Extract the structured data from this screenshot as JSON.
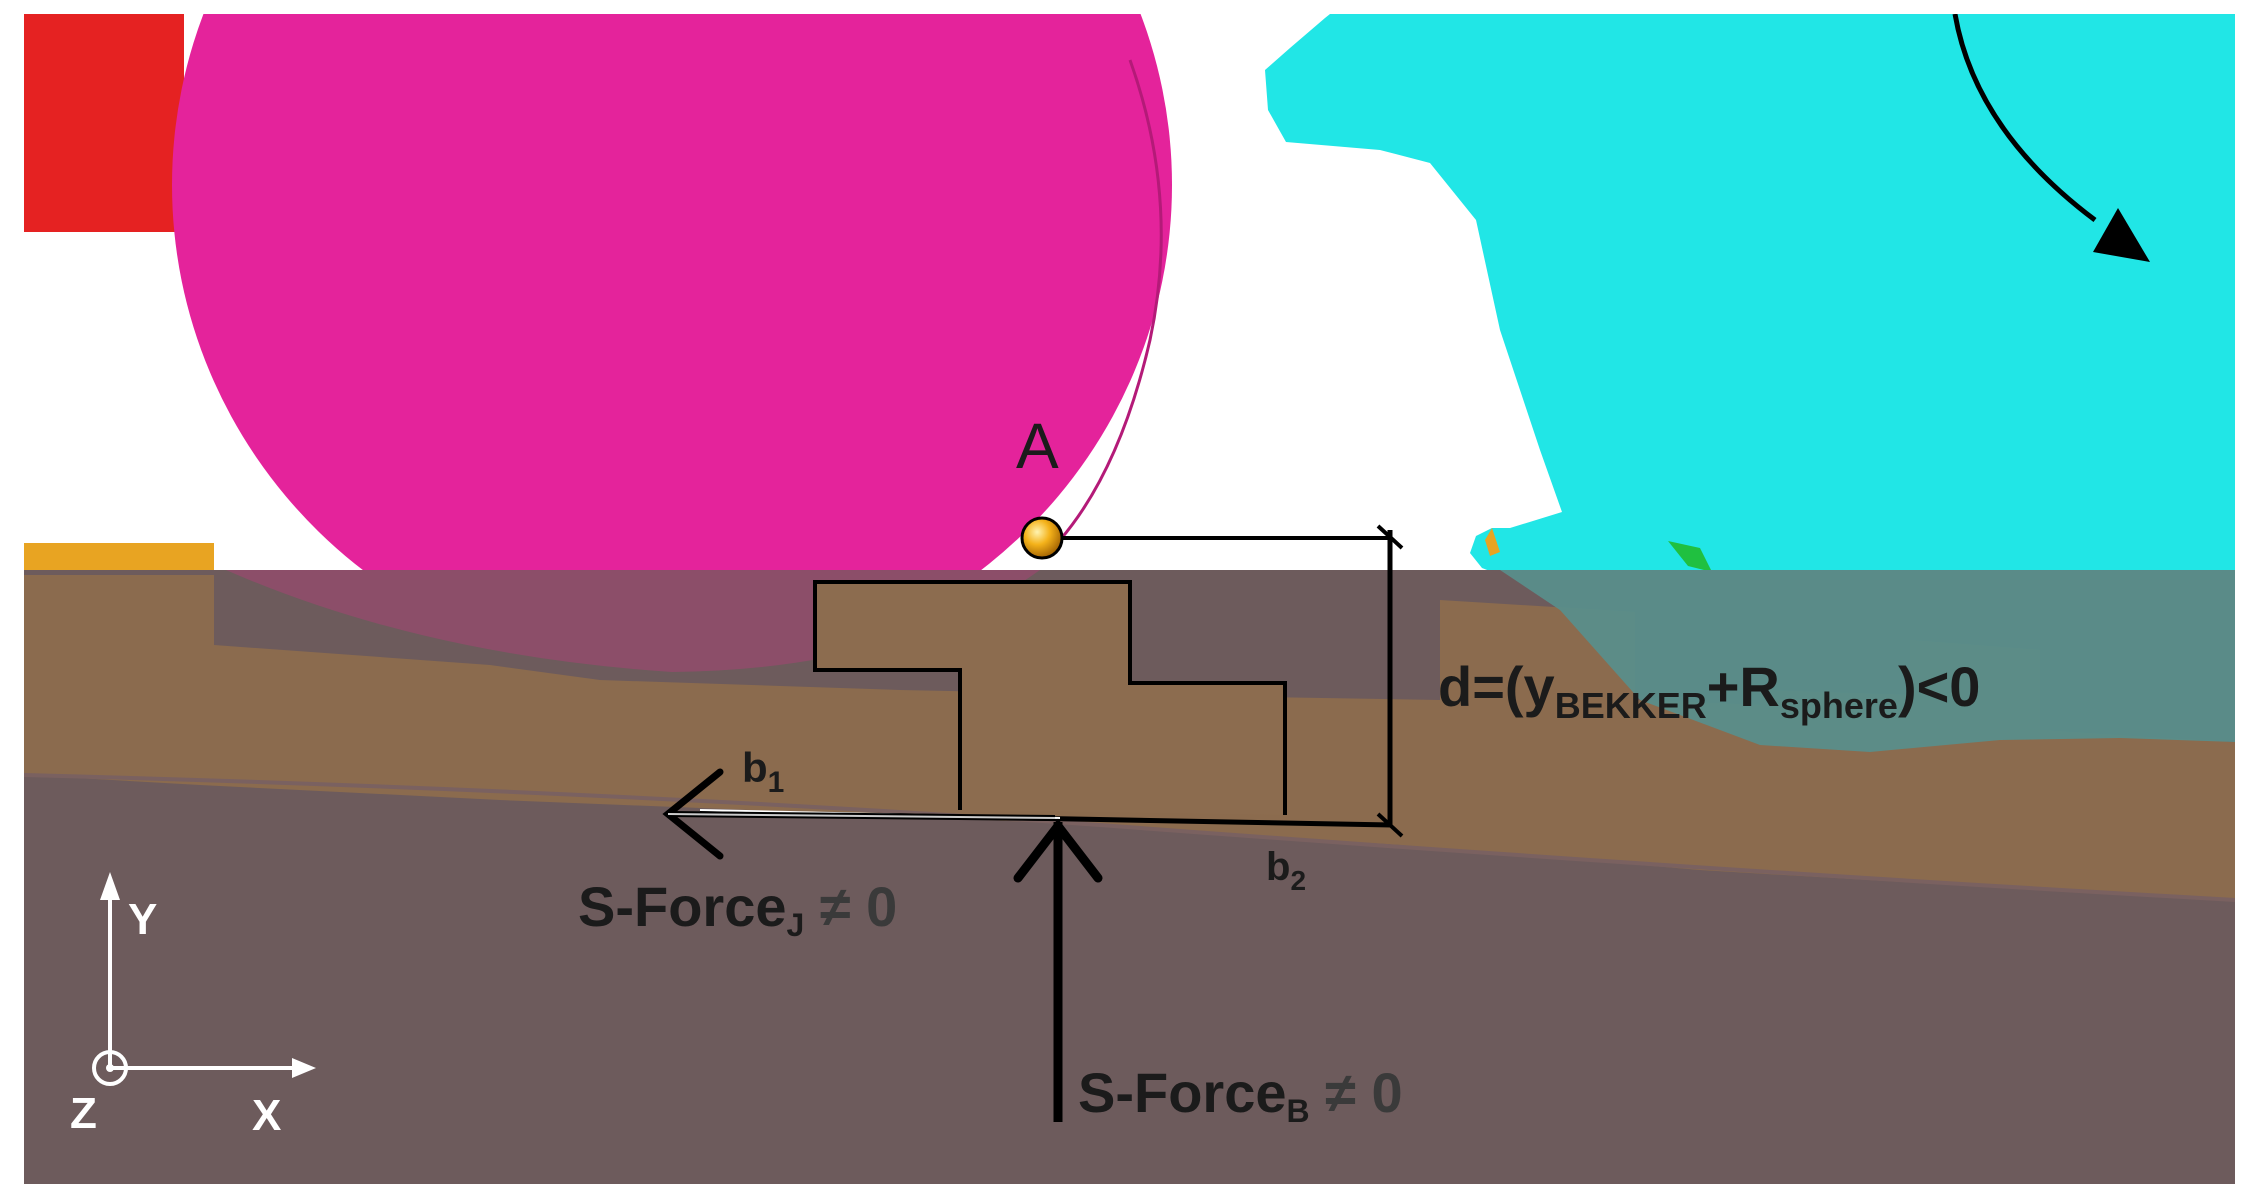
{
  "labels": {
    "point_a": "A",
    "b1": "b",
    "b1_sub": "1",
    "b2": "b",
    "b2_sub": "2",
    "d_formula_prefix": "d=(y",
    "d_formula_sub1": "BEKKER",
    "d_formula_mid": "+R",
    "d_formula_sub2": "sphere",
    "d_formula_suffix": ")<0",
    "force_j_main": "S-Force",
    "force_j_sub": "J",
    "force_j_rel": " ≠ 0",
    "force_b_main": "S-Force",
    "force_b_sub": "B",
    "force_b_rel": " ≠ 0",
    "axis_y": "Y",
    "axis_x": "X",
    "axis_z": "Z"
  },
  "colors": {
    "sphere": "#e4239b",
    "sphere_submerged": "#8f4d6a",
    "gear": "#21e6e6",
    "gear_submerged": "#5a8e8a",
    "red_block": "#e52222",
    "soil": "#8b6b4e",
    "soil_edge": "#a07a55",
    "ground": "#6d5b5c",
    "orange_block": "#e8a422",
    "line": "#000000",
    "point": "#f2a512"
  },
  "icons": [
    "rotation-arrow-icon",
    "contact-point-icon",
    "coordinate-axes-icon"
  ]
}
